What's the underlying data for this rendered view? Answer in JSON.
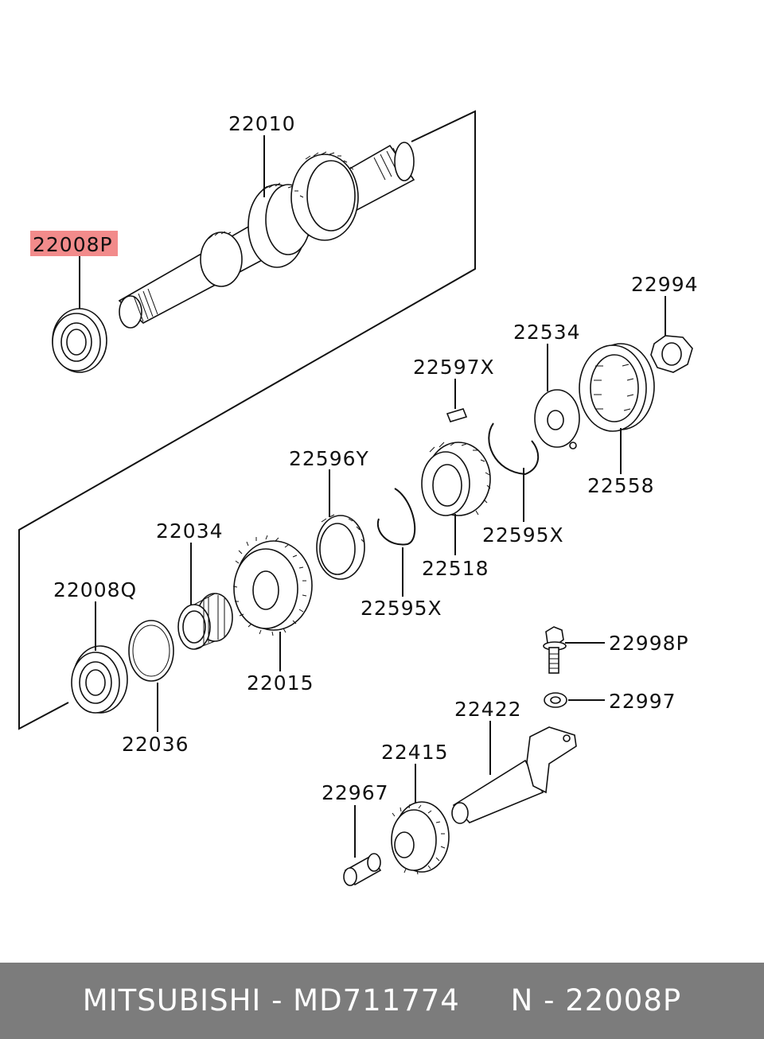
{
  "labels": {
    "p22010": "22010",
    "p22008P": "22008P",
    "p22994": "22994",
    "p22534": "22534",
    "p22597X": "22597X",
    "p22596Y": "22596Y",
    "p22034": "22034",
    "p22008Q": "22008Q",
    "p22558": "22558",
    "p22595X_a": "22595X",
    "p22518": "22518",
    "p22595X_b": "22595X",
    "p22015": "22015",
    "p22036": "22036",
    "p22998P": "22998P",
    "p22997": "22997",
    "p22422": "22422",
    "p22415": "22415",
    "p22967": "22967"
  },
  "diagram_code": "500011",
  "footer": {
    "text": "MITSUBISHI - MD711774     N - 22008P"
  },
  "colors": {
    "highlight": "#f28b8b",
    "footer_bg": "#7c7c7c",
    "line": "#111111"
  }
}
